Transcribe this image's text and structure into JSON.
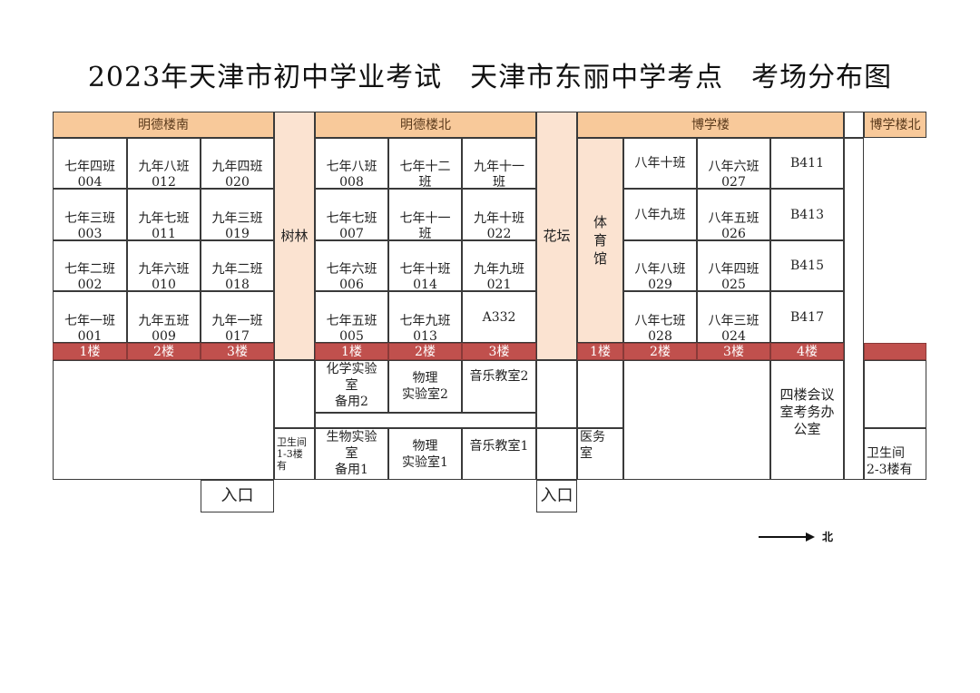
{
  "title": "2023年天津市初中学业考试　天津市东丽中学考点　考场分布图",
  "buildings": {
    "mingde_south": "明德楼南",
    "mingde_north": "明德楼北",
    "boxue": "博学楼",
    "boxue_north": "博学楼北"
  },
  "grove": "树林",
  "flower_bed": "花坛",
  "gym": [
    "体",
    "育",
    "馆"
  ],
  "south_rooms": [
    [
      {
        "name": "七年四班",
        "code": "004"
      },
      {
        "name": "九年八班",
        "code": "012"
      },
      {
        "name": "九年四班",
        "code": "020"
      }
    ],
    [
      {
        "name": "七年三班",
        "code": "003"
      },
      {
        "name": "九年七班",
        "code": "011"
      },
      {
        "name": "九年三班",
        "code": "019"
      }
    ],
    [
      {
        "name": "七年二班",
        "code": "002"
      },
      {
        "name": "九年六班",
        "code": "010"
      },
      {
        "name": "九年二班",
        "code": "018"
      }
    ],
    [
      {
        "name": "七年一班",
        "code": "001"
      },
      {
        "name": "九年五班",
        "code": "009"
      },
      {
        "name": "九年一班",
        "code": "017"
      }
    ]
  ],
  "north_rooms": [
    [
      {
        "name": "七年八班",
        "code": "008"
      },
      {
        "name": "七年十二",
        "code": "班"
      },
      {
        "name": "九年十一",
        "code": "班"
      }
    ],
    [
      {
        "name": "七年七班",
        "code": "007"
      },
      {
        "name": "七年十一",
        "code": "班"
      },
      {
        "name": "九年十班",
        "code": "022"
      }
    ],
    [
      {
        "name": "七年六班",
        "code": "006"
      },
      {
        "name": "七年十班",
        "code": "014"
      },
      {
        "name": "九年九班",
        "code": "021"
      }
    ],
    [
      {
        "name": "七年五班",
        "code": "005"
      },
      {
        "name": "七年九班",
        "code": "013"
      },
      {
        "name": "A332",
        "code": ""
      }
    ]
  ],
  "boxue_rooms": [
    [
      {
        "name": "八年十班",
        "code": ""
      },
      {
        "name": "八年六班",
        "code": "027"
      },
      {
        "name": "B411",
        "code": ""
      }
    ],
    [
      {
        "name": "八年九班",
        "code": ""
      },
      {
        "name": "八年五班",
        "code": "026"
      },
      {
        "name": "B413",
        "code": ""
      }
    ],
    [
      {
        "name": "八年八班",
        "code": "029"
      },
      {
        "name": "八年四班",
        "code": "025"
      },
      {
        "name": "B415",
        "code": ""
      }
    ],
    [
      {
        "name": "八年七班",
        "code": "028"
      },
      {
        "name": "八年三班",
        "code": "024"
      },
      {
        "name": "B417",
        "code": ""
      }
    ]
  ],
  "floors": {
    "south": [
      "1楼",
      "2楼",
      "3楼"
    ],
    "north": [
      "1楼",
      "2楼",
      "3楼"
    ],
    "boxue": [
      "1楼",
      "2楼",
      "3楼",
      "4楼"
    ]
  },
  "labs": {
    "chem": [
      "化学实验",
      "室",
      "备用2"
    ],
    "phys2": [
      "物理",
      "实验室2"
    ],
    "music2": "音乐教室2",
    "bio": [
      "生物实验",
      "室",
      "备用1"
    ],
    "phys1": [
      "物理",
      "实验室1"
    ],
    "music1": "音乐教室1"
  },
  "toilet_1_3": [
    "卫生间",
    "1-3楼",
    "有"
  ],
  "toilet_2_3": [
    "卫生间",
    "2-3楼有"
  ],
  "clinic": [
    "医务",
    "室"
  ],
  "meeting": [
    "四楼会议",
    "室考务办",
    "公室"
  ],
  "entrance_left": "入口",
  "entrance_mid": "入口",
  "north_label": "北"
}
